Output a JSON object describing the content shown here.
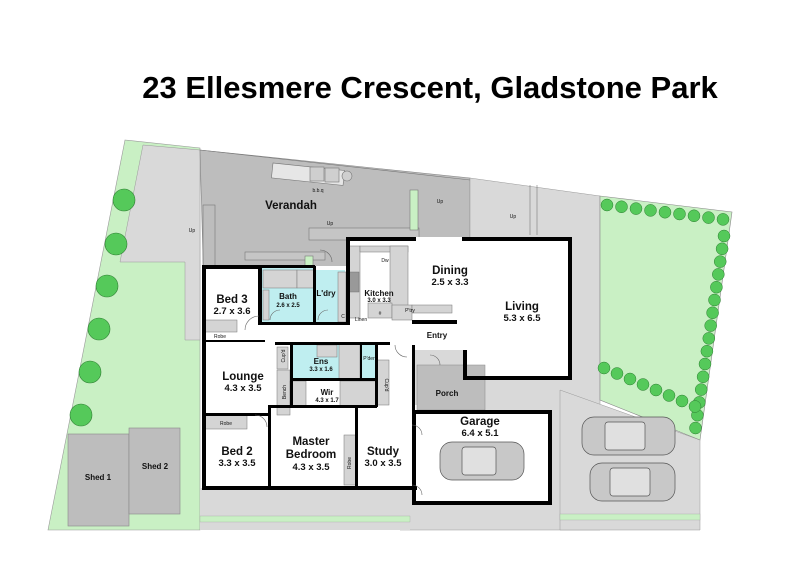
{
  "title": "23 Ellesmere Crescent, Gladstone Park",
  "colors": {
    "lawn": "#c9f0c4",
    "tree": "#55c95a",
    "paving": "#d9d9d9",
    "verandah": "#bdbdbd",
    "wet_area": "#bfeef0",
    "wall": "#000000",
    "room": "#ffffff"
  },
  "rooms": {
    "verandah": {
      "name": "Verandah"
    },
    "bed3": {
      "name": "Bed 3",
      "dims": "2.7 x 3.6"
    },
    "bath": {
      "name": "Bath",
      "dims": "2.6 x 2.5"
    },
    "laundry": {
      "name": "L'dry"
    },
    "kitchen": {
      "name": "Kitchen",
      "dims": "3.0 x 3.3"
    },
    "dining": {
      "name": "Dining",
      "dims": "2.5 x 3.3"
    },
    "living": {
      "name": "Living",
      "dims": "5.3 x 6.5"
    },
    "lounge": {
      "name": "Lounge",
      "dims": "4.3 x 3.5"
    },
    "ensuite": {
      "name": "Ens",
      "dims": "3.3 x 1.6"
    },
    "wir": {
      "name": "Wir",
      "dims": "4.3 x 1.7"
    },
    "bed2": {
      "name": "Bed 2",
      "dims": "3.3 x 3.5"
    },
    "master": {
      "name_line1": "Master",
      "name_line2": "Bedroom",
      "dims": "4.3 x 3.5"
    },
    "study": {
      "name": "Study",
      "dims": "3.0 x 3.5"
    },
    "garage": {
      "name": "Garage",
      "dims": "6.4 x 5.1"
    },
    "porch": {
      "name": "Porch"
    },
    "entry": {
      "name": "Entry"
    },
    "shed1": {
      "name": "Shed 1"
    },
    "shed2": {
      "name": "Shed 2"
    }
  },
  "fixtures": {
    "bbq": "b.b.q",
    "robe": "Robe",
    "linen": "Linen",
    "pantry": "P'try",
    "powder": "P'der",
    "cupboard": "Cup'd",
    "bench": "Bench",
    "dishwasher": "Dw",
    "cupboard_c": "C",
    "fridge": "#",
    "up": "Up"
  }
}
